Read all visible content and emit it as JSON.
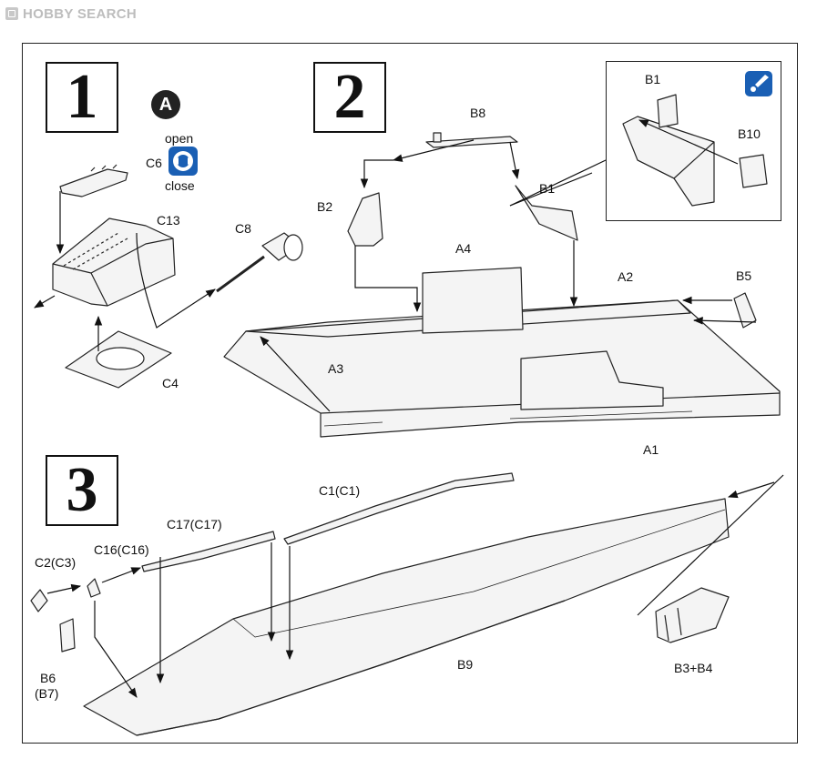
{
  "logo": {
    "text": "HOBBY SEARCH"
  },
  "steps": [
    {
      "number": "1"
    },
    {
      "number": "2"
    },
    {
      "number": "3"
    }
  ],
  "step1": {
    "circle_label": "A",
    "open_label": "open",
    "close_label": "close",
    "parts": {
      "c6": "C6",
      "c13": "C13",
      "c8": "C8",
      "c4": "C4"
    }
  },
  "step2": {
    "parts": {
      "b8": "B8",
      "b2": "B2",
      "b1": "B1",
      "a4": "A4",
      "a2": "A2",
      "b5": "B5",
      "a3": "A3",
      "a1": "A1"
    },
    "inset": {
      "b1": "B1",
      "b10": "B10"
    }
  },
  "step3": {
    "parts": {
      "c1": "C1(C1)",
      "c17": "C17(C17)",
      "c16": "C16(C16)",
      "c2": "C2(C3)",
      "b6": "B6",
      "b7": "(B7)",
      "b9": "B9",
      "b3b4": "B3+B4"
    }
  },
  "colors": {
    "accent_icon": "#1a5fb4",
    "line": "#222222",
    "part_fill": "#f2f2f2"
  },
  "icons": [
    "open-close-icon",
    "paint-brush-icon"
  ]
}
